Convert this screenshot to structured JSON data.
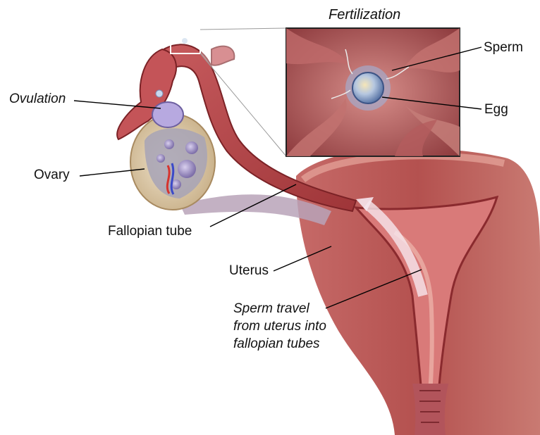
{
  "inset_title": "Fertilization",
  "labels": {
    "ovulation": "Ovulation",
    "ovary": "Ovary",
    "fallopian_tube": "Fallopian tube",
    "uterus": "Uterus",
    "sperm": "Sperm",
    "egg": "Egg",
    "sperm_travel": [
      "Sperm travel",
      "from uterus into",
      "fallopian tubes"
    ]
  },
  "colors": {
    "tissue": "#b84a4e",
    "tissue_dark": "#8a2a2e",
    "tissue_light": "#d98c86",
    "ovary": "#d9c6a3",
    "follicle": "#9a8fb8",
    "egg": "#c8d8ee"
  }
}
